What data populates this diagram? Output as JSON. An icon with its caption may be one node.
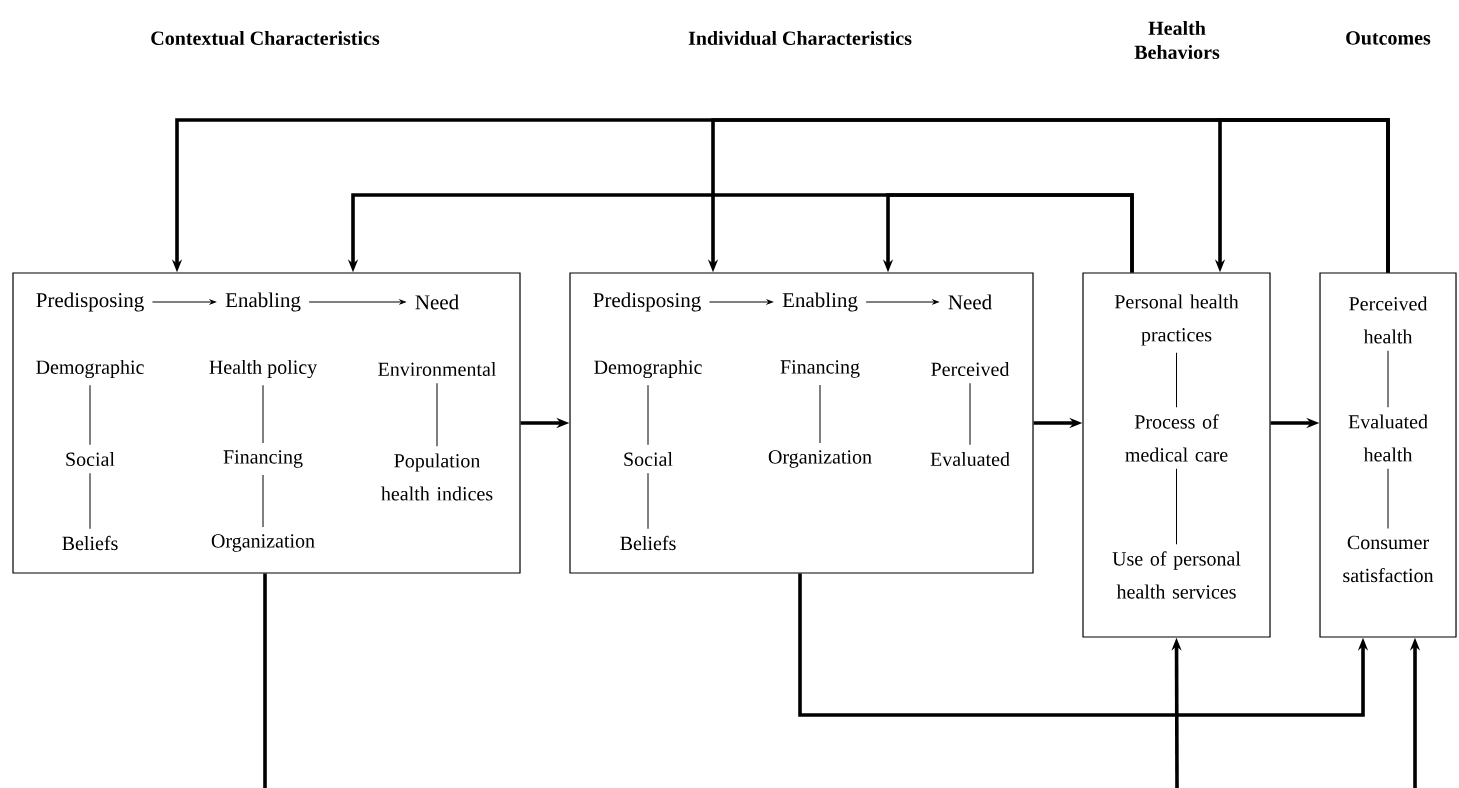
{
  "diagram": {
    "nodes": [
      {
        "text": [],
        "shape": "box"
      },
      {
        "text": [
          "Predisposing"
        ],
        "in": 0
      },
      {
        "text": [
          "Enabling"
        ],
        "in": 0
      },
      {
        "text": [
          "Need"
        ],
        "in": 0
      },
      {
        "text": [
          "Demographic"
        ],
        "in": 0
      },
      {
        "text": [
          "Social"
        ],
        "in": 0
      },
      {
        "text": [
          "Beliefs"
        ],
        "in": 0
      },
      {
        "text": [
          "Health policy"
        ],
        "in": 0
      },
      {
        "text": [
          "Financing"
        ],
        "in": 0
      },
      {
        "text": [
          "Organization"
        ],
        "in": 0
      },
      {
        "text": [
          "Environmental"
        ],
        "in": 0
      },
      {
        "text": [
          "Population health indices"
        ],
        "in": 0
      },
      {
        "text": [],
        "shape": "box"
      },
      {
        "text": [
          "Predisposing"
        ],
        "in": 12
      },
      {
        "text": [
          "Enabling"
        ],
        "in": 12
      },
      {
        "text": [
          "Need"
        ],
        "in": 12
      },
      {
        "text": [
          "Demographic"
        ],
        "in": 12
      },
      {
        "text": [
          "Social"
        ],
        "in": 12
      },
      {
        "text": [
          "Beliefs"
        ],
        "in": 12
      },
      {
        "text": [
          "Financing"
        ],
        "in": 12
      },
      {
        "text": [
          "Organization"
        ],
        "in": 12
      },
      {
        "text": [
          "Perceived"
        ],
        "in": 12
      },
      {
        "text": [
          "Evaluated"
        ],
        "in": 12
      },
      {
        "text": [],
        "shape": "box"
      },
      {
        "text": [
          "Personal health practices"
        ],
        "in": 23
      },
      {
        "text": [
          "Process of medical care"
        ],
        "in": 23
      },
      {
        "text": [
          "Use of personal health services"
        ],
        "in": 23
      },
      {
        "text": [],
        "shape": "box"
      },
      {
        "text": [
          "Perceived health"
        ],
        "in": 27
      },
      {
        "text": [
          "Evaluated health"
        ],
        "in": 27
      },
      {
        "text": [
          "Consumer satisfaction"
        ],
        "in": 27
      }
    ],
    "edges": [
      {
        "from": 1,
        "to": 2,
        "arrow": "to"
      },
      {
        "from": 2,
        "to": 3,
        "arrow": "to"
      },
      {
        "from": 4,
        "to": 5,
        "arrow": "none"
      },
      {
        "from": 5,
        "to": 6,
        "arrow": "none"
      },
      {
        "from": 7,
        "to": 8,
        "arrow": "none"
      },
      {
        "from": 8,
        "to": 9,
        "arrow": "none"
      },
      {
        "from": 10,
        "to": 11,
        "arrow": "none"
      },
      {
        "from": 13,
        "to": 14,
        "arrow": "to"
      },
      {
        "from": 14,
        "to": 15,
        "arrow": "to"
      },
      {
        "from": 16,
        "to": 17,
        "arrow": "none"
      },
      {
        "from": 17,
        "to": 18,
        "arrow": "none"
      },
      {
        "from": 19,
        "to": 20,
        "arrow": "none"
      },
      {
        "from": 21,
        "to": 22,
        "arrow": "none"
      },
      {
        "from": 24,
        "to": 25,
        "arrow": "none"
      },
      {
        "from": 25,
        "to": 26,
        "arrow": "none"
      },
      {
        "from": 28,
        "to": 29,
        "arrow": "none"
      },
      {
        "from": 29,
        "to": 30,
        "arrow": "none"
      },
      {
        "from": 0,
        "to": 12,
        "arrow": "to",
        "style": "thick"
      },
      {
        "from": 12,
        "to": 23,
        "arrow": "to",
        "style": "thick"
      },
      {
        "from": 23,
        "to": 27,
        "arrow": "to",
        "style": "thick"
      },
      {
        "from": 27,
        "to": 0,
        "arrow": "to",
        "style": "thick"
      },
      {
        "from": 27,
        "to": 12,
        "arrow": "to",
        "style": "thick"
      },
      {
        "from": 27,
        "to": 23,
        "arrow": "to",
        "style": "thick"
      },
      {
        "from": 23,
        "to": 0,
        "arrow": "to",
        "style": "thick"
      },
      {
        "from": 23,
        "to": 12,
        "arrow": "to",
        "style": "thick"
      },
      {
        "from": 0,
        "to": null,
        "arrow": "none",
        "style": "thick"
      },
      {
        "from": 12,
        "to": 27,
        "arrow": "to",
        "style": "thick"
      },
      {
        "from": null,
        "to": 23,
        "arrow": "to",
        "style": "thick"
      },
      {
        "from": null,
        "to": 27,
        "arrow": "to",
        "style": "thick"
      }
    ],
    "labels": [
      "Contextual Characteristics",
      "Individual Characteristics",
      "Health Behaviors",
      "Outcomes"
    ]
  }
}
